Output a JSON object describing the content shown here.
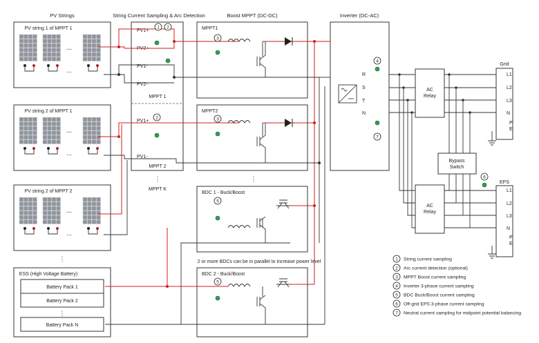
{
  "headers": {
    "pv_strings": "PV Strings",
    "sampling": "String Current Sampling & Arc Detection",
    "boost": "Boost MPPT (DC-DC)",
    "inverter": "Inverter (DC-AC)"
  },
  "pv_strings": [
    "PV string 1 of MPPT 1",
    "PV string 2 of MPPT 1",
    "PV string 2 of MPPT 2"
  ],
  "ess": {
    "title": "ESS (High Voltage Battery)",
    "packs": [
      "Battery Pack 1",
      "Battery Pack 2",
      "Battery Pack N"
    ]
  },
  "sampling_labels": {
    "pv1p_a": "PV1+",
    "pv2p_a": "PV2+",
    "pv1m_a": "PV1-",
    "pv2m_a": "PV2-",
    "mppt1": "MPPT 1",
    "pv1p_b": "PV1+",
    "pv1m_b": "PV1-",
    "mppt2": "MPPT 2",
    "mpptk": "MPPT K"
  },
  "converters": {
    "mppt1": "MPPT1",
    "mppt2": "MPPT2",
    "bdc1": "BDC 1 - Buck/Boost",
    "bdc2": "BDC 2 - Buck/Boost",
    "note": "2 or more BDCs can be in parallel to increase power level"
  },
  "ac": {
    "phases": [
      "R",
      "S",
      "T",
      "N"
    ],
    "relay_label": [
      "AC",
      "Relay"
    ],
    "bypass_label": [
      "Bypass",
      "Switch"
    ],
    "grid_title": "Grid",
    "eps_title": "EPS",
    "lines": [
      "L1",
      "L2",
      "L3",
      "N"
    ],
    "pe": [
      "P",
      "E"
    ]
  },
  "markers": {
    "m1": "1",
    "m2": "2",
    "m3": "3",
    "m4": "4",
    "m5": "5",
    "m6": "6",
    "m7": "7"
  },
  "ellipsis": "...",
  "legend": [
    {
      "num": "1",
      "text": "String current sampling"
    },
    {
      "num": "2",
      "text": "Arc current detection (optional)"
    },
    {
      "num": "3",
      "text": "MPPT Boost current sampling"
    },
    {
      "num": "4",
      "text": "Inverter 3-phase current sampling"
    },
    {
      "num": "5",
      "text": "BDC Buck/Boost current sampling"
    },
    {
      "num": "6",
      "text": "Off-grid EPS 3-phase current sampling"
    },
    {
      "num": "7",
      "text": "Neutral current sampling for midpoint potential balancing"
    }
  ],
  "colors": {
    "positive_wire": "#d21c1c",
    "negative_wire": "#333333",
    "sensor": "#2f9e56",
    "panel": "#8f959c"
  }
}
